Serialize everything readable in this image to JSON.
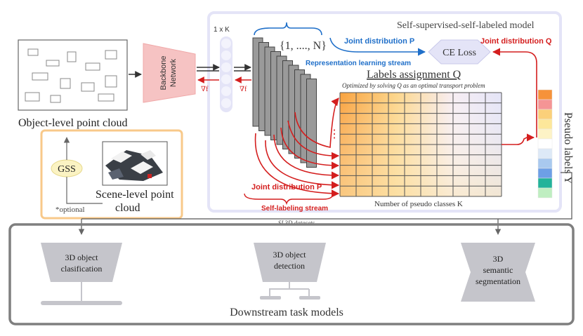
{
  "colors": {
    "blue": "#1f6fc9",
    "red": "#d41e1e",
    "frame": "#e4e4f7",
    "orange_frame": "#f8c98a",
    "gray_frame": "#7f7f7f",
    "backbone": "#f6c3c3",
    "block_gray": "#c5c5cb",
    "dark_text": "#333333"
  },
  "input": {
    "object_cloud_label": "Object-level point cloud",
    "scene_cloud_label_line1": "Scene-level point",
    "scene_cloud_label_line2": "cloud",
    "gss_label": "GSS",
    "optional_label": "*optional"
  },
  "backbone": {
    "label_line1": "Backbone",
    "label_line2": "Network",
    "grad_label": "∇f"
  },
  "model": {
    "title": "Self-supervised-self-labeled model",
    "feature_dim_label": "1 x K",
    "grad_label": "∇f",
    "index_set_label": "{1, ...., N}",
    "dots_label": "⋮"
  },
  "top_stream": {
    "joint_p_label": "Joint distribution P",
    "joint_q_label": "Joint distribution Q",
    "ce_loss_label": "CE Loss",
    "stream_label": "Representation learning stream"
  },
  "labels_assignment": {
    "title": "Labels assignment Q",
    "subtitle": "Optimized by solving Q as an optimal transport problem",
    "x_axis_label": "Number of pseudo classes K",
    "grid_rows": 10,
    "grid_cols": 10
  },
  "bottom_stream": {
    "joint_p_label": "Joint distribution P",
    "stream_label": "Self-labeling stream"
  },
  "pseudo_labels": {
    "label": "Pseudo labels Y",
    "colors": [
      "#f6923a",
      "#f59595",
      "#fbd07a",
      "#fde79a",
      "#fdf3c6",
      "#ffffff",
      "#dde9f7",
      "#a9c9ef",
      "#6d9fe6",
      "#23b39a",
      "#bfeec1"
    ]
  },
  "datasets_label": "SL3D datasets",
  "downstream": {
    "title": "Downstream task models",
    "classification_line1": "3D object",
    "classification_line2": "clasification",
    "detection_line1": "3D object",
    "detection_line2": "detection",
    "segmentation_line1": "3D",
    "segmentation_line2": "semantic",
    "segmentation_line3": "segmentation"
  }
}
